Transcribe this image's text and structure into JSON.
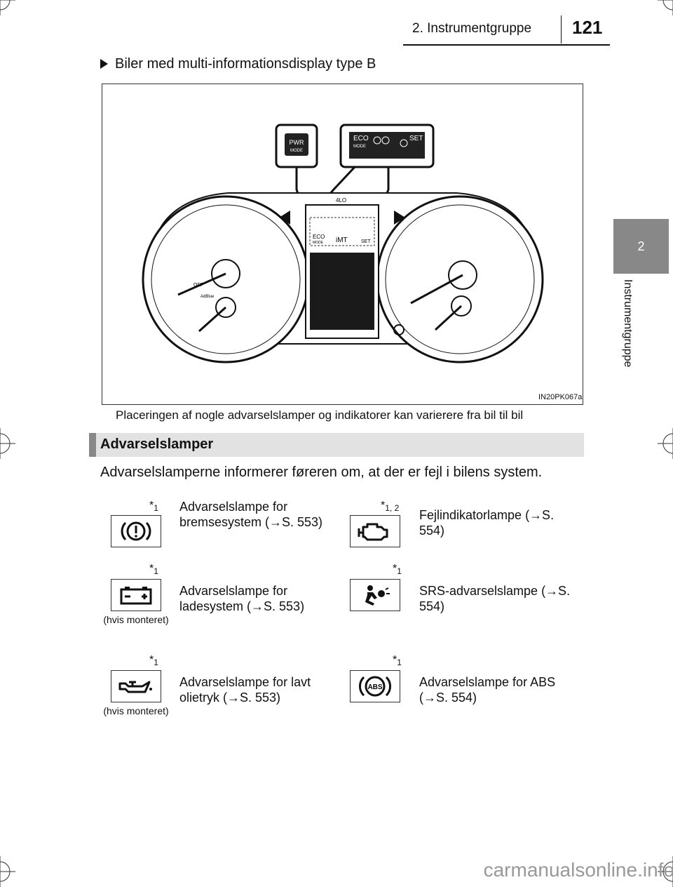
{
  "header": {
    "chapter_title": "2. Instrumentgruppe",
    "page_number": "121",
    "side_tab_number": "2",
    "side_tab_label": "Instrumentgruppe"
  },
  "subheading": "Biler med multi-informationsdisplay type B",
  "figure": {
    "id": "IN20PK067a",
    "caption": "Placeringen af nogle advarselslamper og indikatorer kan varierere fra bil til bil",
    "labels": {
      "pwr": "PWR",
      "mode": "MODE",
      "eco": "ECO",
      "off": "OFF",
      "set": "SET",
      "imt": "iMT",
      "lo4": "4LO",
      "adblue": "AdBlue"
    }
  },
  "section": {
    "title": "Advarselslamper",
    "intro": "Advarselslamperne informerer føreren om, at der er fejl i bilens system."
  },
  "lamps": [
    {
      "star": "*",
      "sub": "1",
      "desc": "Advarselslampe for bremsesystem (→S. 553)",
      "icon": "brake-warning-icon",
      "note": ""
    },
    {
      "star": "*",
      "sub": "1, 2",
      "desc": "Fejlindikatorlampe (→S. 554)",
      "icon": "engine-malfunction-icon",
      "note": ""
    },
    {
      "star": "*",
      "sub": "1",
      "desc": "Advarselslampe for ladesystem (→S. 553)",
      "icon": "battery-icon",
      "note": "(hvis monteret)"
    },
    {
      "star": "*",
      "sub": "1",
      "desc": "SRS-advarselslampe (→S. 554)",
      "icon": "airbag-icon",
      "note": ""
    },
    {
      "star": "*",
      "sub": "1",
      "desc": "Advarselslampe for lavt olietryk (→S. 553)",
      "icon": "oil-pressure-icon",
      "note": "(hvis monteret)"
    },
    {
      "star": "*",
      "sub": "1",
      "desc": "Advarselslampe for ABS (→S. 554)",
      "icon": "abs-icon",
      "note": ""
    }
  ],
  "watermark": "carmanualsonline.info"
}
